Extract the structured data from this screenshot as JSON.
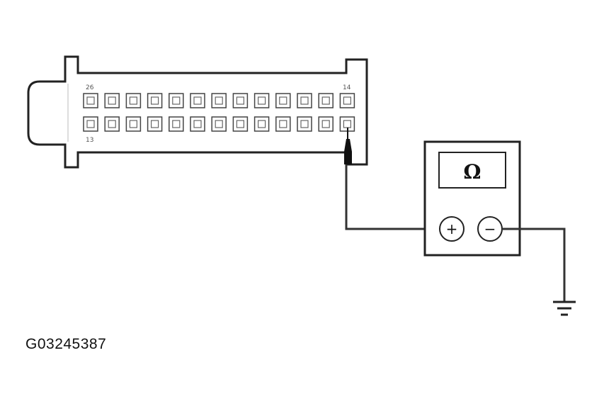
{
  "connector": {
    "pin_label_top_left": "26",
    "pin_label_top_right": "14",
    "pin_label_bottom_left": "13",
    "pins_per_row": 13,
    "rows": 2,
    "probed_pin": "1"
  },
  "meter": {
    "display_symbol": "Ω",
    "positive_symbol": "+",
    "negative_symbol": "−"
  },
  "ground_symbol": "ground-icon",
  "figure_id": "G03245387",
  "colors": {
    "line": "#222222",
    "pin": "#444444",
    "probe": "#111111"
  }
}
